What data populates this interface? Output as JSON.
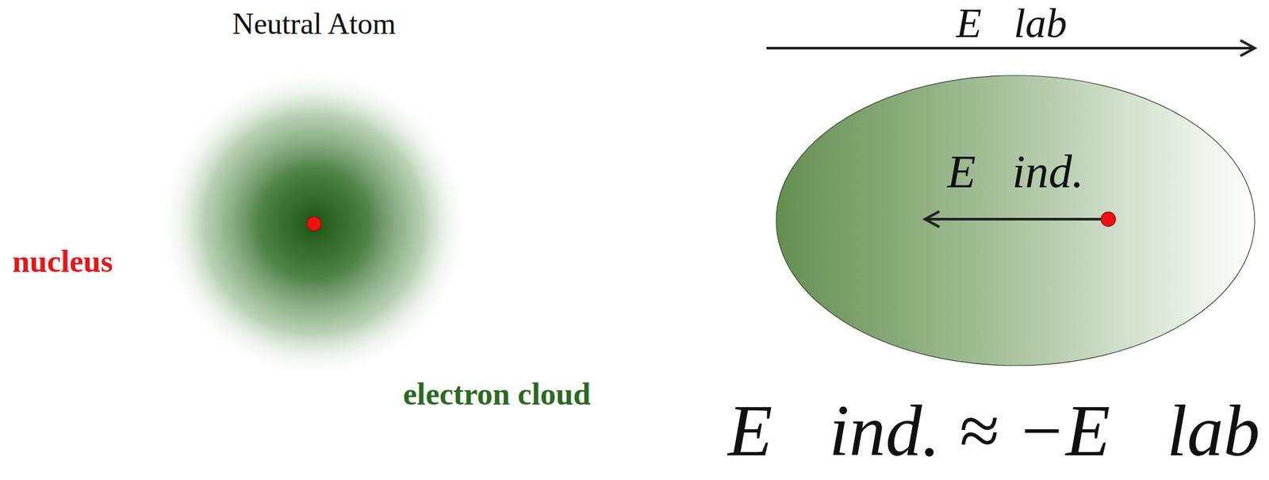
{
  "diagram": {
    "nodes": [
      {
        "text": [
          "E⃗ind."
        ]
      }
    ],
    "labels": [
      "Neutral Atom",
      "nucleus",
      "electron cloud",
      "E⃗lab",
      "E⃗ind. ≈ −E⃗lab"
    ]
  }
}
